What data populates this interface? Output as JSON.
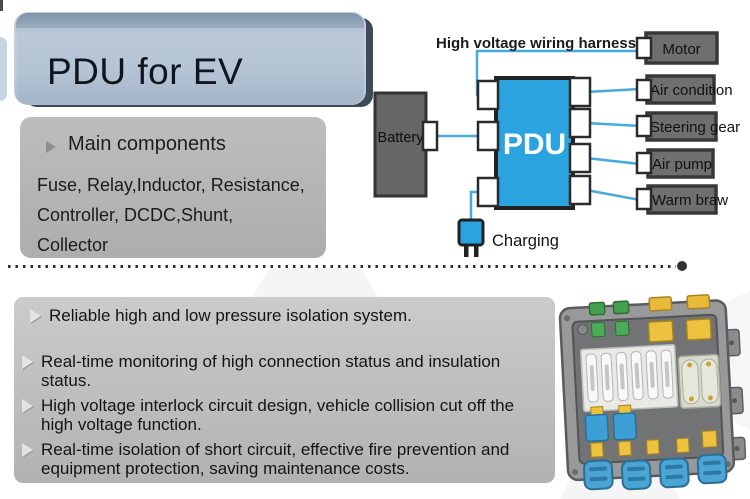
{
  "slide": {
    "title": "PDU for EV"
  },
  "main_components": {
    "bullet_icon": "arrow-right-bullet",
    "heading": "Main components",
    "lines": [
      "Fuse, Relay,Inductor, Resistance,",
      "Controller, DCDC,Shunt,",
      "Collector"
    ]
  },
  "diagram": {
    "harness_label": "High voltage wiring harness",
    "battery_label": "Battery",
    "pdu_label": "PDU",
    "charging_label": "Charging",
    "loads": [
      "Motor",
      "Air condition",
      "Steering gear",
      "Air pump",
      "Warm braw"
    ]
  },
  "features": {
    "bullet_icon": "arrow-right-bullet",
    "items": [
      "Reliable high and low pressure isolation system.",
      "Real-time monitoring of high connection status and insulation status.",
      "High voltage interlock circuit design, vehicle collision cut off the high voltage function.",
      "Real-time isolation of short circuit, effective fire prevention and equipment protection, saving maintenance costs."
    ]
  },
  "images": {
    "product_photo": "pdu-distribution-box-3d-render"
  },
  "colors": {
    "accent_blue": "#2ba3de",
    "wire_blue": "#45aadf",
    "component_gray": "#6f6f6f",
    "panel_gray": "#b5b5b5",
    "title_steel_blue": "#b5c4d5",
    "title_shadow": "#3e4a57",
    "text_dark": "#141414"
  }
}
